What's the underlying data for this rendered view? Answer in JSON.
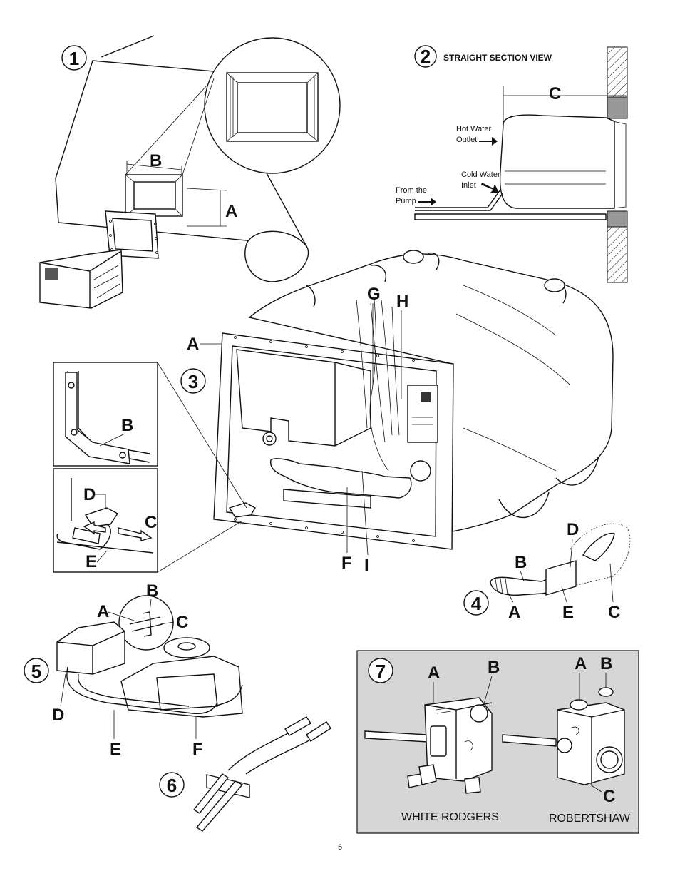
{
  "page_number": "6",
  "figures": {
    "fig1": {
      "number": "1",
      "labels": {
        "a": "A",
        "b": "B"
      }
    },
    "fig2": {
      "number": "2",
      "title": "STRAIGHT SECTION VIEW",
      "labels": {
        "c": "C"
      },
      "callouts": {
        "hot_water_outlet": [
          "Hot Water",
          "Outlet"
        ],
        "cold_water_inlet": [
          "Cold Water",
          "Inlet"
        ],
        "from_the_pump": [
          "From the",
          "Pump"
        ]
      }
    },
    "fig3": {
      "number": "3",
      "labels": {
        "a": "A",
        "b": "B",
        "c": "C",
        "d": "D",
        "e": "E",
        "f": "F",
        "g": "G",
        "h": "H",
        "i": "I"
      }
    },
    "fig4": {
      "number": "4",
      "labels": {
        "a": "A",
        "b": "B",
        "c": "C",
        "d": "D",
        "e": "E"
      }
    },
    "fig5": {
      "number": "5",
      "labels": {
        "a": "A",
        "b": "B",
        "c": "C",
        "d": "D",
        "e": "E",
        "f": "F"
      }
    },
    "fig6": {
      "number": "6"
    },
    "fig7": {
      "number": "7",
      "labels": {
        "wr_a": "A",
        "wr_b": "B",
        "rs_a": "A",
        "rs_b": "B",
        "rs_c": "C"
      },
      "captions": {
        "white_rodgers": "WHITE RODGERS",
        "robertshaw": "ROBERTSHAW"
      },
      "panel_fill": "#d6d6d6"
    }
  }
}
